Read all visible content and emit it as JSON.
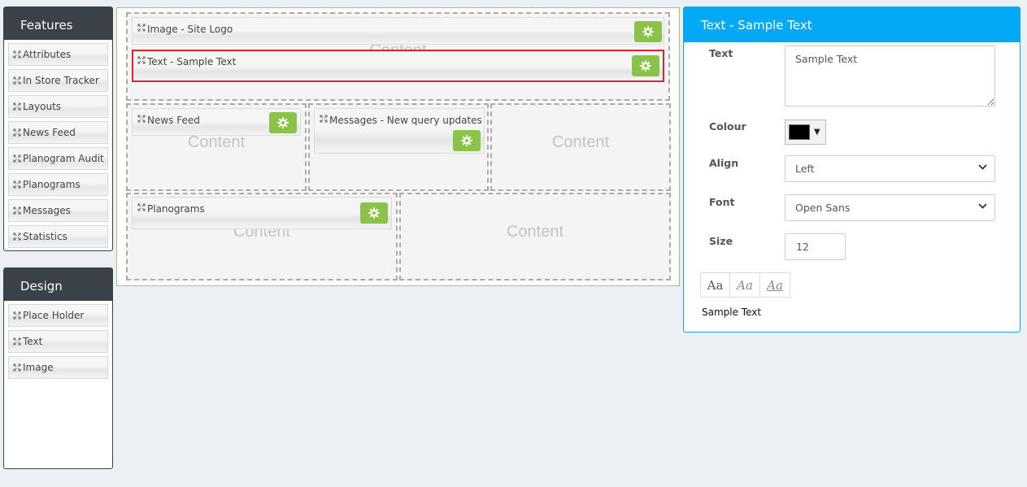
{
  "features": {
    "title": "Features",
    "items": [
      {
        "label": "Attributes"
      },
      {
        "label": "In Store Tracker"
      },
      {
        "label": "Layouts"
      },
      {
        "label": "News Feed"
      },
      {
        "label": "Planogram Audit"
      },
      {
        "label": "Planograms"
      },
      {
        "label": "Messages"
      },
      {
        "label": "Statistics"
      }
    ]
  },
  "design": {
    "title": "Design",
    "items": [
      {
        "label": "Place Holder"
      },
      {
        "label": "Text"
      },
      {
        "label": "Image"
      }
    ]
  },
  "canvas": {
    "content_label": "Content",
    "widgets": {
      "image_logo": "Image - Site Logo",
      "text_sample": "Text - Sample Text",
      "news_feed": "News Feed",
      "messages": "Messages - New query updates",
      "planograms": "Planograms"
    }
  },
  "properties": {
    "title": "Text - Sample Text",
    "text_label": "Text",
    "text_value": "Sample Text",
    "colour_label": "Colour",
    "colour_value": "#000000",
    "colour_caret": "▼",
    "align_label": "Align",
    "align_value": "Left",
    "font_label": "Font",
    "font_value": "Open Sans",
    "size_label": "Size",
    "size_value": "12",
    "style_buttons": [
      "Aa",
      "Aa",
      "Aa"
    ],
    "preview_text": "Sample Text"
  },
  "colors": {
    "panel_header": "#3b4148",
    "props_header": "#03a9f4",
    "gear_button": "#8bc34a",
    "selected_border": "#d9262c"
  },
  "icons": {
    "tool": "move-icon",
    "widget_settings": "gear-icon",
    "select": "chevron-down-icon"
  }
}
